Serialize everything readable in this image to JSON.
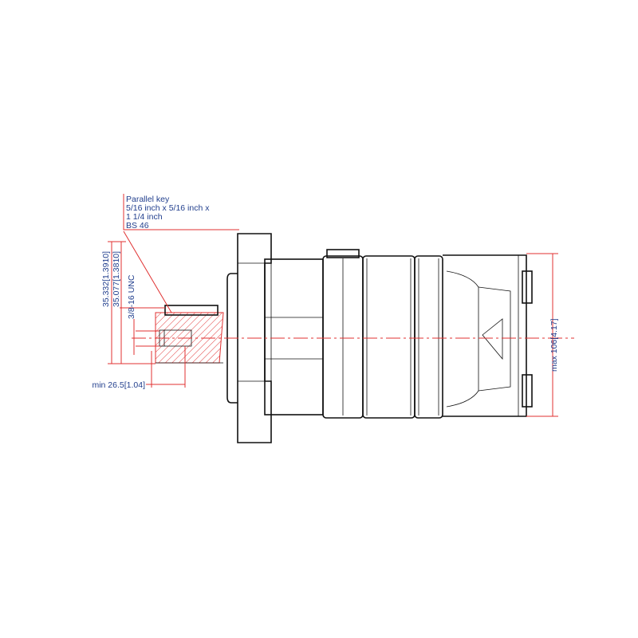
{
  "drawing": {
    "key_note": {
      "line1": "Parallel key",
      "line2": "5/16 inch x 5/16 inch x",
      "line3": "1 1/4 inch",
      "line4": "BS 46"
    },
    "dim_shaft_max": "35.332[1.3910]",
    "dim_shaft_min": "35.077[1.3810]",
    "dim_thread": "3/8-16 UNC",
    "dim_thread_depth": "min 26.5[1.04]",
    "dim_overall_height": "max 106[4.17]"
  },
  "colors": {
    "dimension_line": "#e03030",
    "dimension_text": "#23408e",
    "outline": "#111111"
  }
}
